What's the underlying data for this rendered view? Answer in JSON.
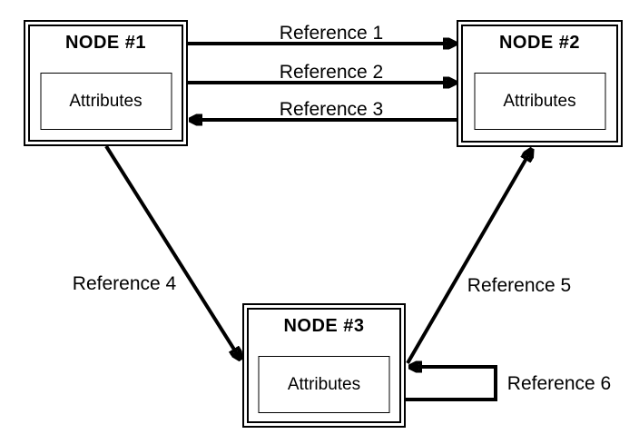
{
  "diagram": {
    "background_color": "#ffffff",
    "line_color": "#000000",
    "nodes": [
      {
        "id": "node-1",
        "title": "NODE #1",
        "attributes_label": "Attributes"
      },
      {
        "id": "node-2",
        "title": "NODE #2",
        "attributes_label": "Attributes"
      },
      {
        "id": "node-3",
        "title": "NODE #3",
        "attributes_label": "Attributes"
      }
    ],
    "references": [
      {
        "label": "Reference 1",
        "from": "node-1",
        "to": "node-2",
        "direction": "right"
      },
      {
        "label": "Reference 2",
        "from": "node-1",
        "to": "node-2",
        "direction": "right"
      },
      {
        "label": "Reference 3",
        "from": "node-2",
        "to": "node-1",
        "direction": "left"
      },
      {
        "label": "Reference 4",
        "from": "node-1",
        "to": "node-3",
        "direction": "down-right"
      },
      {
        "label": "Reference 5",
        "from": "node-3",
        "to": "node-2",
        "direction": "up-right"
      },
      {
        "label": "Reference 6",
        "from": "node-3",
        "to": "node-3",
        "direction": "self-loop"
      }
    ]
  }
}
